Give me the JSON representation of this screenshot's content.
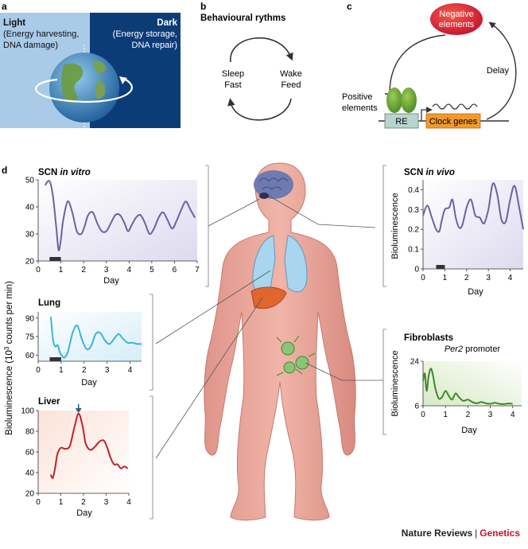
{
  "panels": {
    "a": {
      "letter": "a",
      "light_title": "Light",
      "light_text": [
        "(Energy harvesting,",
        "DNA damage)"
      ],
      "dark_title": "Dark",
      "dark_text": [
        "(Energy storage,",
        "DNA repair)"
      ]
    },
    "b": {
      "letter": "b",
      "title": "Behavioural rythms",
      "left": [
        "Sleep",
        "Fast"
      ],
      "right": [
        "Wake",
        "Feed"
      ]
    },
    "c": {
      "letter": "c",
      "negative": [
        "Negative",
        "elements"
      ],
      "delay": "Delay",
      "positive": [
        "Positive",
        "elements"
      ],
      "re": "RE",
      "clock_genes": "Clock genes"
    },
    "d": {
      "letter": "d"
    }
  },
  "shared_ylabel_parts": [
    "Bioluminescence (10",
    "3",
    " counts per min)"
  ],
  "colors": {
    "purple": "#6d5fa8",
    "cyan": "#3ab4d8",
    "red": "#c0232b",
    "green": "#3c8a23",
    "darkblue": "#0c3c78",
    "lightblue": "#a9cbe8",
    "brand_red": "#c8102e"
  },
  "chart_data": [
    {
      "id": "scn-in-vitro",
      "type": "line",
      "title": "SCN",
      "title_italic": "in vitro",
      "xlabel": "Day",
      "xlim": [
        0,
        7
      ],
      "ylim": [
        20,
        50
      ],
      "xticks": [
        0,
        1,
        2,
        3,
        4,
        5,
        6,
        7
      ],
      "yticks": [
        20,
        30,
        40,
        50
      ],
      "bar": [
        0.5,
        1.0
      ],
      "x": [
        0.3,
        0.5,
        0.65,
        0.8,
        0.9,
        1.0,
        1.1,
        1.3,
        1.5,
        1.7,
        1.9,
        2.05,
        2.2,
        2.4,
        2.6,
        2.8,
        3.0,
        3.2,
        3.4,
        3.6,
        3.8,
        3.95,
        4.1,
        4.3,
        4.5,
        4.7,
        4.9,
        5.1,
        5.3,
        5.5,
        5.7,
        5.9,
        6.1,
        6.3,
        6.5,
        6.7,
        6.9
      ],
      "y": [
        48,
        49.5,
        44,
        32,
        24,
        28,
        35,
        42,
        38,
        31,
        30,
        33,
        37,
        38,
        34,
        31,
        31,
        34,
        37,
        37,
        34,
        31,
        33,
        36,
        37,
        34,
        30,
        32,
        36,
        38,
        35,
        32,
        35,
        39,
        42,
        39,
        36
      ]
    },
    {
      "id": "scn-in-vivo",
      "type": "line",
      "title": "SCN",
      "title_italic": "in vivo",
      "ylabel": "Bioluminescence",
      "xlabel": "Day",
      "xlim": [
        0,
        4.6
      ],
      "ylim": [
        0,
        0.45
      ],
      "xticks": [
        0,
        1,
        2,
        3,
        4
      ],
      "yticks": [
        0,
        0.1,
        0.2,
        0.3,
        0.4
      ],
      "bar": [
        0.6,
        1.0
      ],
      "x": [
        0,
        0.2,
        0.4,
        0.6,
        0.75,
        0.85,
        1.0,
        1.2,
        1.35,
        1.5,
        1.65,
        1.8,
        2.0,
        2.2,
        2.4,
        2.6,
        2.8,
        3.0,
        3.2,
        3.4,
        3.6,
        3.8,
        4.0,
        4.2,
        4.4,
        4.6
      ],
      "y": [
        0.27,
        0.32,
        0.26,
        0.2,
        0.19,
        0.24,
        0.3,
        0.31,
        0.35,
        0.26,
        0.21,
        0.22,
        0.31,
        0.35,
        0.27,
        0.26,
        0.23,
        0.3,
        0.43,
        0.38,
        0.25,
        0.24,
        0.35,
        0.42,
        0.32,
        0.2
      ]
    },
    {
      "id": "lung",
      "type": "line",
      "title": "Lung",
      "xlabel": "Day",
      "xlim": [
        0,
        4.5
      ],
      "ylim": [
        55,
        95
      ],
      "xticks": [
        0,
        1,
        2,
        3,
        4
      ],
      "yticks": [
        60,
        75,
        90
      ],
      "bar": [
        0.5,
        1.0
      ],
      "x": [
        0.55,
        0.65,
        0.75,
        0.85,
        0.95,
        1.05,
        1.15,
        1.3,
        1.5,
        1.7,
        1.9,
        2.1,
        2.3,
        2.5,
        2.7,
        2.9,
        3.1,
        3.3,
        3.5,
        3.7,
        3.9,
        4.1,
        4.3,
        4.5
      ],
      "y": [
        91,
        72,
        67,
        68,
        62,
        59,
        58,
        63,
        78,
        84,
        73,
        65,
        67,
        77,
        78,
        72,
        69,
        73,
        77,
        73,
        70,
        70,
        69,
        69
      ]
    },
    {
      "id": "liver",
      "type": "line",
      "title": "Liver",
      "xlabel": "Day",
      "xlim": [
        0,
        4
      ],
      "ylim": [
        20,
        100
      ],
      "xticks": [
        0,
        1,
        2,
        3,
        4
      ],
      "yticks": [
        20,
        40,
        60,
        80,
        100
      ],
      "arrow_at": 1.78,
      "x": [
        0.55,
        0.65,
        0.75,
        0.85,
        1.0,
        1.2,
        1.4,
        1.6,
        1.78,
        1.95,
        2.1,
        2.3,
        2.5,
        2.7,
        2.9,
        3.05,
        3.2,
        3.35,
        3.5,
        3.65,
        3.8,
        3.95
      ],
      "y": [
        38,
        35,
        45,
        58,
        64,
        63,
        66,
        84,
        97,
        86,
        68,
        62,
        65,
        70,
        71,
        64,
        54,
        48,
        48,
        44,
        46,
        44
      ]
    },
    {
      "id": "fibroblasts",
      "type": "line",
      "title": "Fibroblasts",
      "subtitle_italic": "Per2",
      "subtitle": "promoter",
      "ylabel": "Bioluminescence",
      "xlabel": "Day",
      "xlim": [
        0,
        4.4
      ],
      "ylim": [
        6,
        24
      ],
      "xticks": [
        0,
        1,
        2,
        3,
        4
      ],
      "yticks": [
        6,
        24
      ],
      "x": [
        0,
        0.08,
        0.16,
        0.25,
        0.35,
        0.45,
        0.55,
        0.7,
        0.85,
        1.0,
        1.15,
        1.3,
        1.45,
        1.6,
        1.8,
        2.0,
        2.2,
        2.4,
        2.6,
        2.8,
        3.0,
        3.2,
        3.4,
        3.6,
        3.8,
        4.0
      ],
      "y": [
        16,
        19,
        12,
        18,
        21,
        18,
        13,
        9,
        9.5,
        12,
        10,
        8.5,
        11,
        9.5,
        8,
        8.5,
        7.5,
        7,
        7.5,
        7,
        6.8,
        7.2,
        6.8,
        6.7,
        6.9,
        6.8
      ]
    }
  ],
  "footer": {
    "brand": "Nature Reviews",
    "sep": "|",
    "section": "Genetics"
  }
}
